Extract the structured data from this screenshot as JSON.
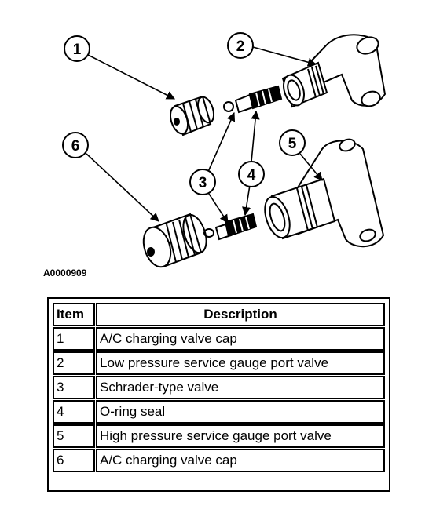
{
  "callouts": [
    "1",
    "2",
    "3",
    "4",
    "5",
    "6"
  ],
  "figure_code": "A0000909",
  "table": {
    "headers": [
      "Item",
      "Description"
    ],
    "rows": [
      {
        "item": "1",
        "description": "A/C charging valve cap"
      },
      {
        "item": "2",
        "description": "Low pressure service gauge port valve"
      },
      {
        "item": "3",
        "description": "Schrader-type valve"
      },
      {
        "item": "4",
        "description": "O-ring seal"
      },
      {
        "item": "5",
        "description": "High pressure service gauge port valve"
      },
      {
        "item": "6",
        "description": "A/C charging valve cap"
      }
    ]
  }
}
